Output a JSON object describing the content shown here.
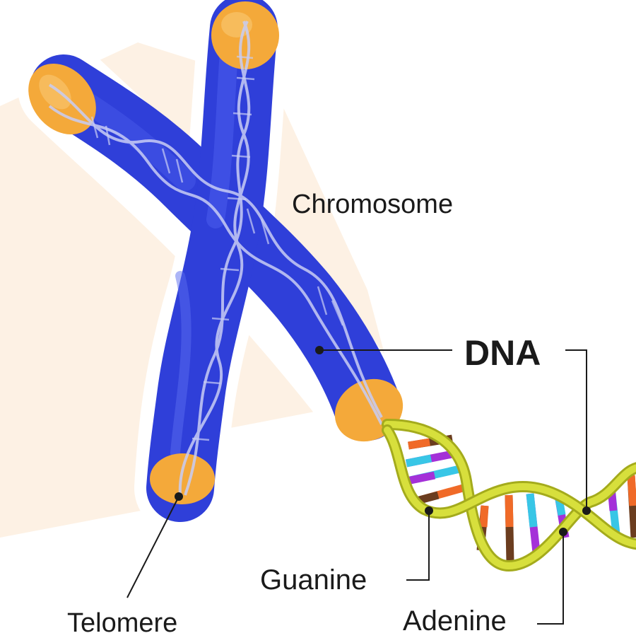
{
  "labels": {
    "chromosome": "Chromosome",
    "dna": "DNA",
    "guanine": "Guanine",
    "adenine": "Adenine",
    "telomere": "Telomere"
  },
  "colors": {
    "chromosome_body": "#2f3fd9",
    "chromosome_highlight": "#5a6cf0",
    "telomere_cap": "#f4a93a",
    "backbone": "#c9d230",
    "background_panel": "#fdf1e4",
    "guanine": "#6b3d1f",
    "adenine": "#a431d8",
    "cytosine": "#38c6e6",
    "thymine": "#f06a28"
  }
}
